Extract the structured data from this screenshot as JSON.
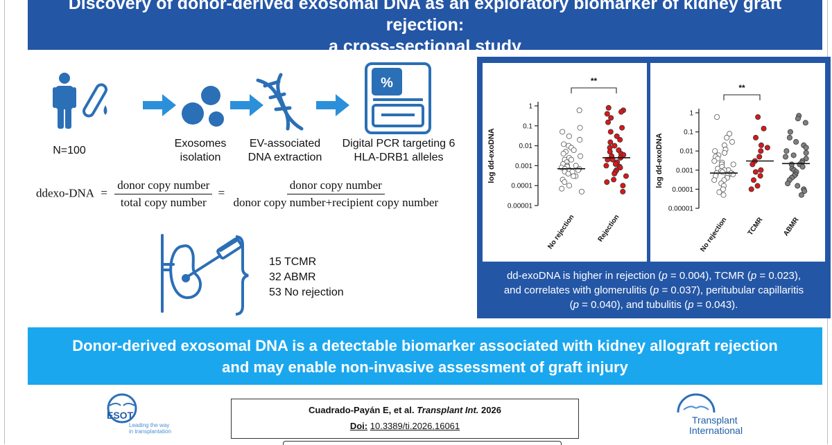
{
  "title": {
    "line1": "Discovery of donor-derived exosomal DNA as an exploratory biomarker of kidney graft rejection:",
    "line2": "a cross-sectional study"
  },
  "workflow": {
    "cohort_label": "N=100",
    "steps": [
      {
        "line1": "Exosomes",
        "line2": "isolation"
      },
      {
        "line1": "EV-associated",
        "line2": "DNA extraction"
      },
      {
        "line1": "Digital PCR targeting 6",
        "line2": "HLA-DRB1 alleles"
      }
    ]
  },
  "formula": {
    "lhs": "ddexo-DNA",
    "eq": "=",
    "frac1_num": "donor copy number",
    "frac1_den": "total copy number",
    "frac2_num": "donor copy number",
    "frac2_den": "donor copy number+recipient copy number"
  },
  "cohort": {
    "items": [
      "15 TCMR",
      "32 ABMR",
      "53 No rejection"
    ]
  },
  "icons": [
    "person-icon",
    "test-tube-icon",
    "exosome-icon",
    "dna-icon",
    "pcr-machine-icon",
    "biopsy-icon",
    "arrow-icon"
  ],
  "colors": {
    "title_blue": "#2456a6",
    "conclusion_blue": "#1ba7ee",
    "icon_blue": "#2b6fb6",
    "red_dot": "#d7191c",
    "gray_dot": "#808080"
  },
  "chart_data": [
    {
      "type": "scatter",
      "ylabel": "log dd-exoDNA",
      "yscale": "log",
      "ylim": [
        1e-05,
        1
      ],
      "yticks": [
        "1",
        "0.1",
        "0.01",
        "0.001",
        "0.0001",
        "0.00001"
      ],
      "categories": [
        "No rejection",
        "Rejection"
      ],
      "significance": "**",
      "series": [
        {
          "category": "No rejection",
          "fill": "white",
          "median": 0.0007,
          "values": [
            0.6,
            0.08,
            0.05,
            0.03,
            0.02,
            0.012,
            0.01,
            0.008,
            0.006,
            0.005,
            0.004,
            0.003,
            0.0025,
            0.002,
            0.002,
            0.0015,
            0.0012,
            0.001,
            0.001,
            0.0009,
            0.0008,
            0.0007,
            0.0007,
            0.0006,
            0.0006,
            0.0005,
            0.0005,
            0.0004,
            0.0003,
            0.0003,
            0.0002,
            0.00015,
            0.0001,
            7e-05,
            5e-05
          ]
        },
        {
          "category": "Rejection",
          "fill": "#d7191c",
          "median": 0.0025,
          "values": [
            0.8,
            0.6,
            0.5,
            0.4,
            0.25,
            0.15,
            0.08,
            0.05,
            0.03,
            0.02,
            0.015,
            0.01,
            0.008,
            0.006,
            0.005,
            0.004,
            0.0035,
            0.003,
            0.0025,
            0.002,
            0.002,
            0.0015,
            0.0012,
            0.001,
            0.0009,
            0.0008,
            0.0006,
            0.0005,
            0.0004,
            0.0003,
            0.0002,
            0.00015,
            0.0001,
            5e-05
          ]
        }
      ]
    },
    {
      "type": "scatter",
      "ylabel": "log dd-exoDNA",
      "yscale": "log",
      "ylim": [
        1e-05,
        1
      ],
      "yticks": [
        "1",
        "0.1",
        "0.01",
        "0.001",
        "0.0001",
        "0.00001"
      ],
      "categories": [
        "No rejection",
        "TCMR",
        "ABMR"
      ],
      "significance": "**",
      "series": [
        {
          "category": "No rejection",
          "fill": "white",
          "median": 0.0007,
          "values": [
            0.6,
            0.08,
            0.05,
            0.03,
            0.02,
            0.012,
            0.01,
            0.008,
            0.006,
            0.005,
            0.004,
            0.003,
            0.0025,
            0.002,
            0.002,
            0.0015,
            0.0012,
            0.001,
            0.001,
            0.0009,
            0.0008,
            0.0007,
            0.0007,
            0.0006,
            0.0006,
            0.0005,
            0.0005,
            0.0004,
            0.0003,
            0.0003,
            0.0002,
            0.00015,
            0.0001,
            7e-05,
            5e-05
          ]
        },
        {
          "category": "TCMR",
          "fill": "#d7191c",
          "median": 0.003,
          "values": [
            0.6,
            0.15,
            0.05,
            0.02,
            0.015,
            0.01,
            0.005,
            0.003,
            0.002,
            0.001,
            0.0008,
            0.0005,
            0.0003,
            0.00015,
            0.0001
          ]
        },
        {
          "category": "ABMR",
          "fill": "#808080",
          "median": 0.0022,
          "values": [
            0.7,
            0.5,
            0.3,
            0.1,
            0.05,
            0.03,
            0.02,
            0.015,
            0.01,
            0.008,
            0.006,
            0.005,
            0.004,
            0.003,
            0.0025,
            0.002,
            0.002,
            0.0015,
            0.0012,
            0.001,
            0.0008,
            0.0006,
            0.0005,
            0.0004,
            0.0003,
            0.0002,
            0.00015,
            0.0001,
            8e-05,
            5e-05
          ]
        }
      ]
    }
  ],
  "caption": {
    "line1_a": "dd-exoDNA is higher in rejection (",
    "p": "p",
    "line1_b": " = 0.004), TCMR (",
    "line1_c": " = 0.023),",
    "line2_a": "and correlates with glomerulitis (",
    "line2_b": " = 0.037), peritubular capillaritis",
    "line3_a": "(",
    "line3_b": " = 0.040), and tubulitis (",
    "line3_c": " = 0.043)."
  },
  "conclusion": {
    "line1": "Donor-derived exosomal DNA is a detectable biomarker associated with kidney allograft rejection",
    "line2": "and may enable non-invasive assessment of graft injury"
  },
  "footer": {
    "esot_name": "ESOT",
    "esot_tagline1": "Leading the way",
    "esot_tagline2": "in transplantation",
    "citation_authors": "Cuadrado-Payán E, et al.",
    "citation_journal": "Transplant Int.",
    "citation_year": "2026",
    "doi_label": "Doi:",
    "doi_value": "10.3389/ti.2026.16061",
    "ti_name1": "Transplant",
    "ti_name2": "International"
  }
}
